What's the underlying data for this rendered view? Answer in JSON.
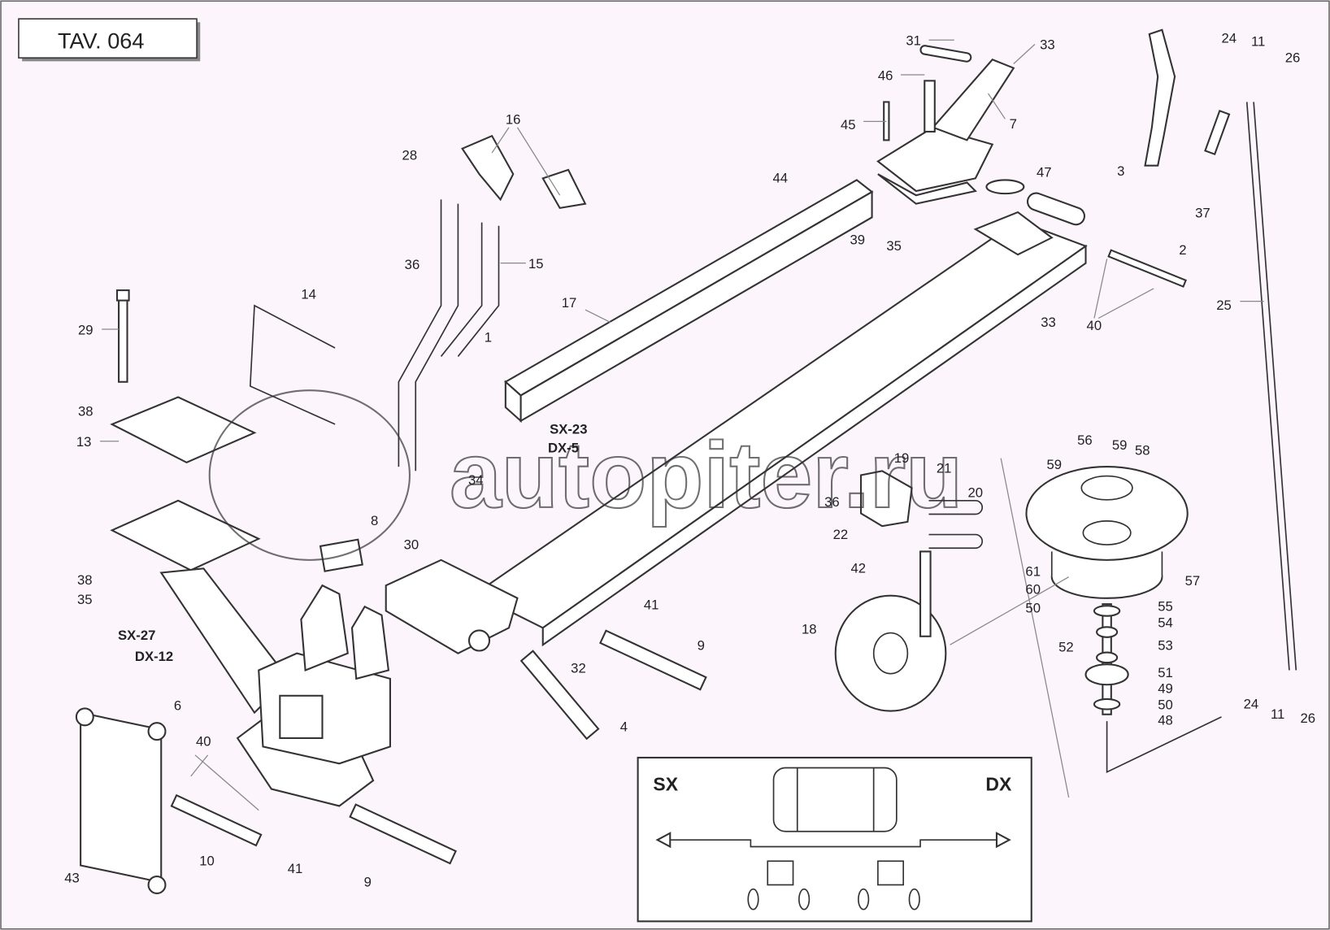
{
  "title": "TAV. 064",
  "watermark": "autopiter.ru",
  "inset": {
    "left": "SX",
    "right": "DX"
  },
  "labels": [
    "31",
    "33",
    "46",
    "7",
    "45",
    "24",
    "11",
    "26",
    "3",
    "37",
    "16",
    "28",
    "44",
    "47",
    "39",
    "35",
    "2",
    "36",
    "15",
    "14",
    "29",
    "17",
    "33",
    "40",
    "25",
    "1",
    "38",
    "13",
    "SX-23",
    "DX-5",
    "34",
    "56",
    "59",
    "58",
    "19",
    "21",
    "59",
    "20",
    "36",
    "22",
    "8",
    "30",
    "42",
    "61",
    "57",
    "60",
    "50",
    "38",
    "35",
    "55",
    "54",
    "41",
    "18",
    "52",
    "53",
    "SX-27",
    "DX-12",
    "9",
    "32",
    "51",
    "49",
    "50",
    "48",
    "24",
    "11",
    "26",
    "6",
    "4",
    "40",
    "10",
    "41",
    "43",
    "9"
  ]
}
